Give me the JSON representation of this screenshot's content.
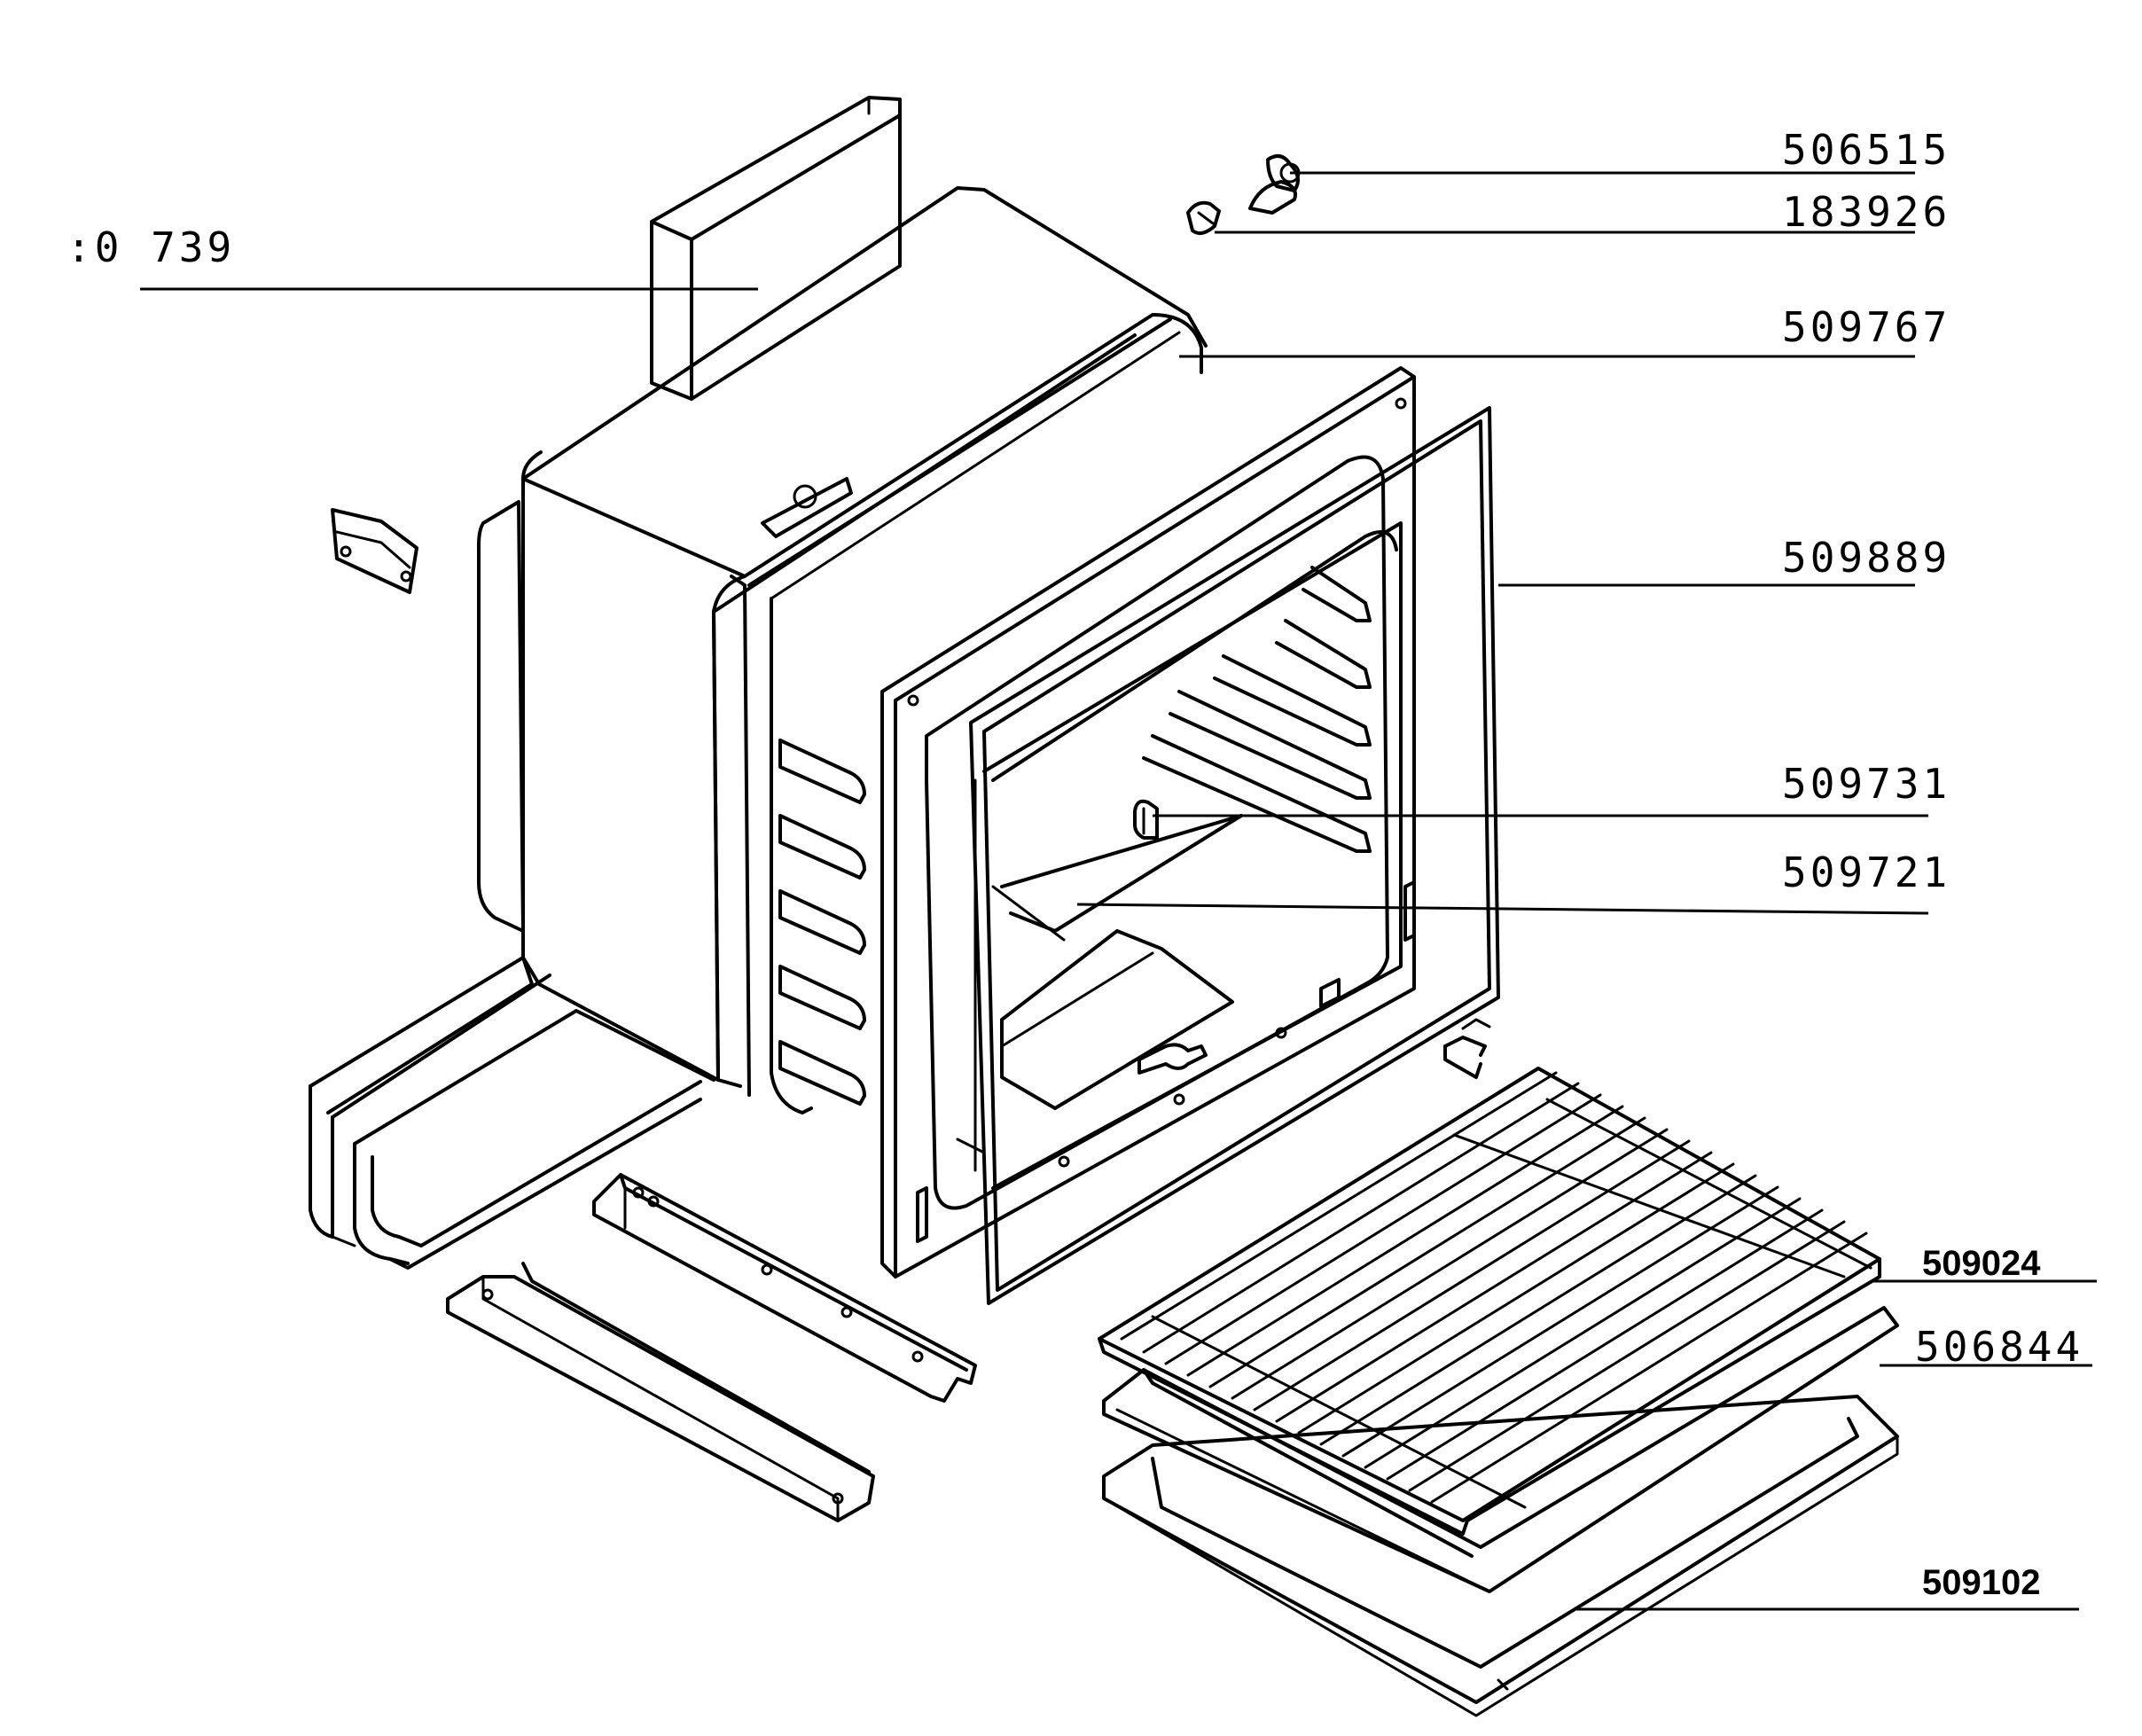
{
  "labels": {
    "p506515": "506515",
    "p183926": "183926",
    "p50739": ":0 739",
    "p509767": "509767",
    "p509889": "509889",
    "p509731": "509731",
    "p509721": "509721",
    "p509024": "509024",
    "p506844": "506844",
    "p509102": "509102"
  },
  "colors": {
    "line": "#000000",
    "background": "#ffffff"
  }
}
